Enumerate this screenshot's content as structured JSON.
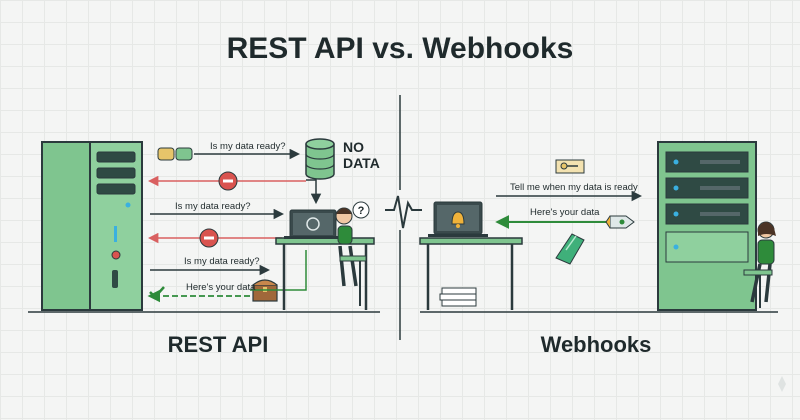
{
  "title": "REST API vs. Webhooks",
  "rest": {
    "label": "REST API",
    "request_label": "Is my data ready?",
    "no_data_label": "NO\nDATA",
    "response_label": "Here's your data"
  },
  "webhooks": {
    "label": "Webhooks",
    "subscribe_label": "Tell me when my data is ready",
    "response_label": "Here's your data"
  },
  "colors": {
    "server_green": "#7fc58f",
    "dark_green": "#2e8b3a",
    "alert_red": "#d9534f",
    "outline": "#2b3a3d",
    "arrow_red": "#d96060"
  }
}
